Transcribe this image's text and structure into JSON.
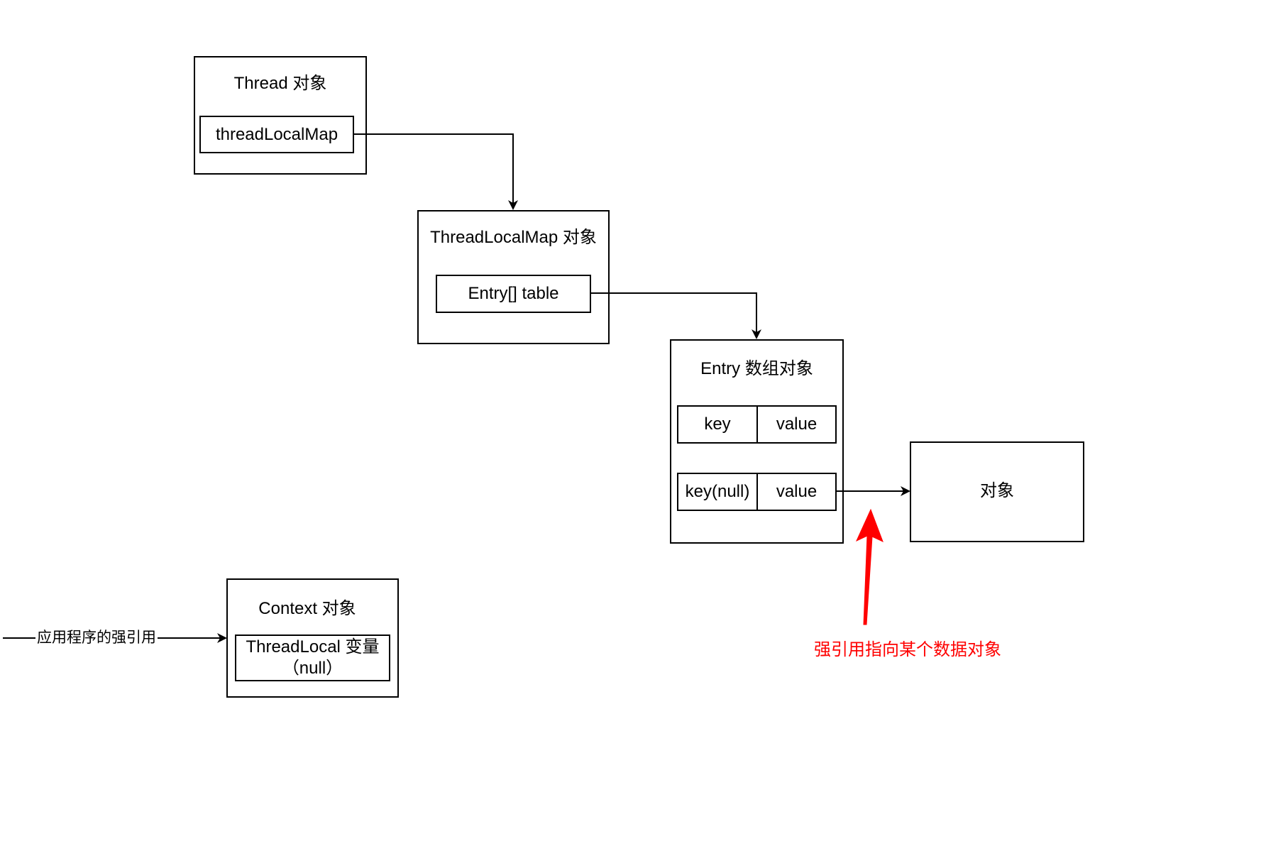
{
  "thread": {
    "title": "Thread 对象",
    "field": "threadLocalMap"
  },
  "threadlocalmap": {
    "title": "ThreadLocalMap 对象",
    "field": "Entry[] table"
  },
  "entry": {
    "title": "Entry 数组对象",
    "rows": [
      {
        "key": "key",
        "value": "value"
      },
      {
        "key": "key(null)",
        "value": "value"
      }
    ]
  },
  "target": {
    "title": "对象"
  },
  "context": {
    "title": "Context 对象",
    "field_line1": "ThreadLocal 变量",
    "field_line2": "（null）"
  },
  "app_ref": {
    "label": "应用程序的强引用"
  },
  "annotation": {
    "text": "强引用指向某个数据对象",
    "color": "#ff0000"
  }
}
